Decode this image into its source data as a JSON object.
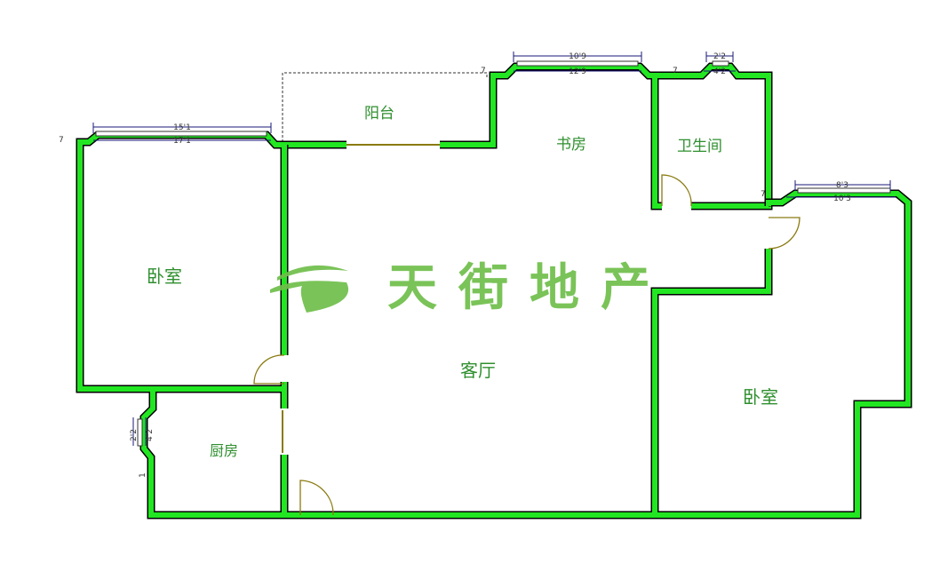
{
  "rooms": {
    "bedroom_left": "卧室",
    "balcony": "阳台",
    "study": "书房",
    "bathroom": "卫生间",
    "living_room": "客厅",
    "bedroom_right": "卧室",
    "kitchen": "厨房"
  },
  "dimensions": {
    "bedroom_left_window_inner": "15'1",
    "bedroom_left_window_outer": "17'1",
    "study_window_inner": "10'9",
    "study_window_outer": "12'9",
    "bath_window_inner": "2'2",
    "bath_window_outer": "4'2",
    "bedroom_right_window_inner": "8'3",
    "bedroom_right_window_outer": "10'3",
    "kitchen_window_inner": "2'2",
    "kitchen_window_outer": "4'2",
    "offset_mark": "7",
    "kitchen_offset": "1"
  },
  "logo": {
    "text": "天街地产",
    "color": "#6fbe4a"
  },
  "colors": {
    "wall": "#22e622",
    "text": "#2f8f2f"
  }
}
